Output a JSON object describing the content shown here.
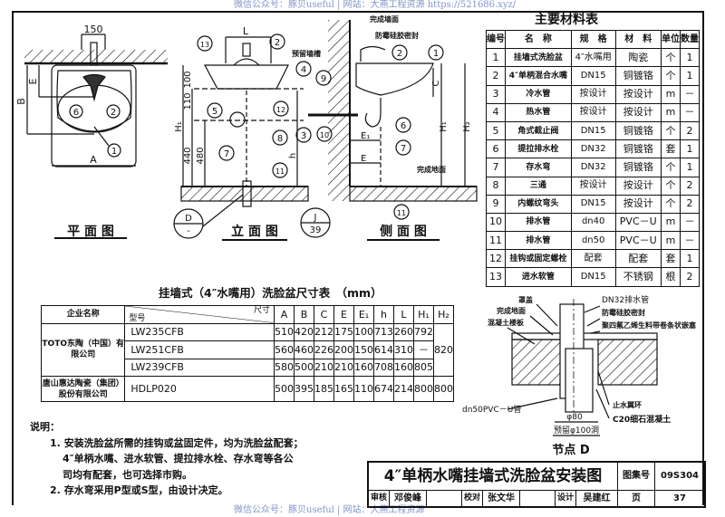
{
  "watermark_top": "微信公众号：豚贝useful | 网站：大燕工程资源 https://521686.xyz/",
  "watermark_bottom": "微信公众号：豚贝useful | 网站：大燕工程资源",
  "plan_view": {
    "title": "平 面 图",
    "dims": {
      "w150": "150",
      "A": "A",
      "B": "B",
      "E": "E"
    },
    "callouts": [
      "1",
      "2",
      "6"
    ]
  },
  "elevation_view": {
    "title": "立 面 图",
    "dims": {
      "L": "L",
      "H1": "H₁",
      "d110": "110",
      "d100": "100",
      "d440": "440",
      "d480": "480",
      "h": "h"
    },
    "callouts": [
      "13",
      "2",
      "4",
      "5",
      "12",
      "8",
      "3",
      "7",
      "11",
      "9",
      "10"
    ],
    "wall_slot_label": "预留墙槽",
    "detail_ref_D": {
      "top": "D",
      "bottom": "-"
    },
    "detail_ref_J": {
      "top": "J",
      "bottom": "39"
    }
  },
  "side_view": {
    "title": "侧 面 图",
    "labels": {
      "finished_wall": "完成墙面",
      "mold_seal": "防霉硅胶密封",
      "finished_floor": "完成地面"
    },
    "dims": {
      "C": "C",
      "H1": "H₁",
      "H2": "H₂",
      "E1": "E₁",
      "E": "E"
    },
    "callouts": [
      "2",
      "1",
      "6",
      "7",
      "11"
    ]
  },
  "materials_table": {
    "title": "主要材料表",
    "headers": [
      "编号",
      "名　称",
      "规　格",
      "材　料",
      "单位",
      "数量"
    ],
    "rows": [
      [
        "1",
        "挂墙式洗脸盆",
        "4″水嘴用",
        "陶瓷",
        "个",
        "1"
      ],
      [
        "2",
        "4″单柄混合水嘴",
        "DN15",
        "铜镀铬",
        "个",
        "1"
      ],
      [
        "3",
        "冷水管",
        "按设计",
        "按设计",
        "m",
        "－"
      ],
      [
        "4",
        "热水管",
        "按设计",
        "按设计",
        "m",
        "－"
      ],
      [
        "5",
        "角式截止阀",
        "DN15",
        "铜镀铬",
        "个",
        "2"
      ],
      [
        "6",
        "提拉排水栓",
        "DN32",
        "铜镀铬",
        "套",
        "1"
      ],
      [
        "7",
        "存水弯",
        "DN32",
        "铜镀铬",
        "个",
        "1"
      ],
      [
        "8",
        "三通",
        "按设计",
        "按设计",
        "个",
        "2"
      ],
      [
        "9",
        "内螺纹弯头",
        "DN15",
        "按设计",
        "个",
        "2"
      ],
      [
        "10",
        "排水管",
        "dn40",
        "PVC－U",
        "m",
        "－"
      ],
      [
        "11",
        "排水管",
        "dn50",
        "PVC－U",
        "m",
        "－"
      ],
      [
        "12",
        "挂钩或固定螺栓",
        "配套",
        "配套",
        "套",
        "1"
      ],
      [
        "13",
        "进水软管",
        "DN15",
        "不锈钢",
        "根",
        "2"
      ]
    ]
  },
  "dimension_table": {
    "title": "挂墙式（4″水嘴用）洗脸盆尺寸表　（mm）",
    "header_company": "企业名称",
    "header_model": "型号",
    "header_size": "尺寸",
    "columns": [
      "A",
      "B",
      "C",
      "E",
      "E₁",
      "h",
      "L",
      "H₁",
      "H₂"
    ],
    "groups": [
      {
        "company": "TOTO东陶（中国）有限公司",
        "H2": "820",
        "rows": [
          {
            "model": "LW235CFB",
            "values": [
              "510",
              "420",
              "212",
              "175",
              "100",
              "713",
              "260",
              "792"
            ]
          },
          {
            "model": "LW251CFB",
            "values": [
              "560",
              "460",
              "226",
              "200",
              "150",
              "614",
              "310",
              "－"
            ]
          },
          {
            "model": "LW239CFB",
            "values": [
              "580",
              "500",
              "210",
              "210",
              "160",
              "708",
              "160",
              "805"
            ]
          }
        ]
      },
      {
        "company": "唐山惠达陶瓷（集团）股份有限公司",
        "H2": "800",
        "rows": [
          {
            "model": "HDLP020",
            "values": [
              "500",
              "395",
              "185",
              "165",
              "110",
              "674",
              "214",
              "800"
            ]
          }
        ]
      }
    ]
  },
  "notes": {
    "heading": "说明：",
    "items": [
      {
        "num": "1.",
        "lines": [
          "安装洗脸盆所需的挂钩或盆固定件，均为洗脸盆配套；",
          "4″单柄水嘴、进水软管、提拉排水栓、存水弯等各公",
          "司均有配套，也可选择市购。"
        ]
      },
      {
        "num": "2.",
        "lines": [
          "存水弯采用P型或S型，由设计决定。"
        ]
      }
    ]
  },
  "node_d": {
    "title": "节点 D",
    "labels": {
      "cover": "罩盖",
      "finished_floor": "完成地面",
      "slab": "混凝土楼板",
      "drain_pipe": "DN32排水管",
      "mold_seal": "防霉硅胶密封",
      "ptfe_fill": "聚四氟乙烯生料带卷条状嵌塞",
      "pvc_pipe": "dn50PVC－U管",
      "water_stop": "止水翼环",
      "concrete": "C20细石混凝土",
      "phi80": "φ80",
      "reserved_hole": "预留φ100洞"
    }
  },
  "title_block": {
    "title": "4″单柄水嘴挂墙式洗脸盆安装图",
    "atlas_label": "图集号",
    "atlas_no": "09S304",
    "review_label": "审核",
    "reviewer": "邓俊峰",
    "check_label": "校对",
    "checker": "张文华",
    "design_label": "设计",
    "designer": "吴建红",
    "page_label": "页",
    "page_no": "37"
  }
}
